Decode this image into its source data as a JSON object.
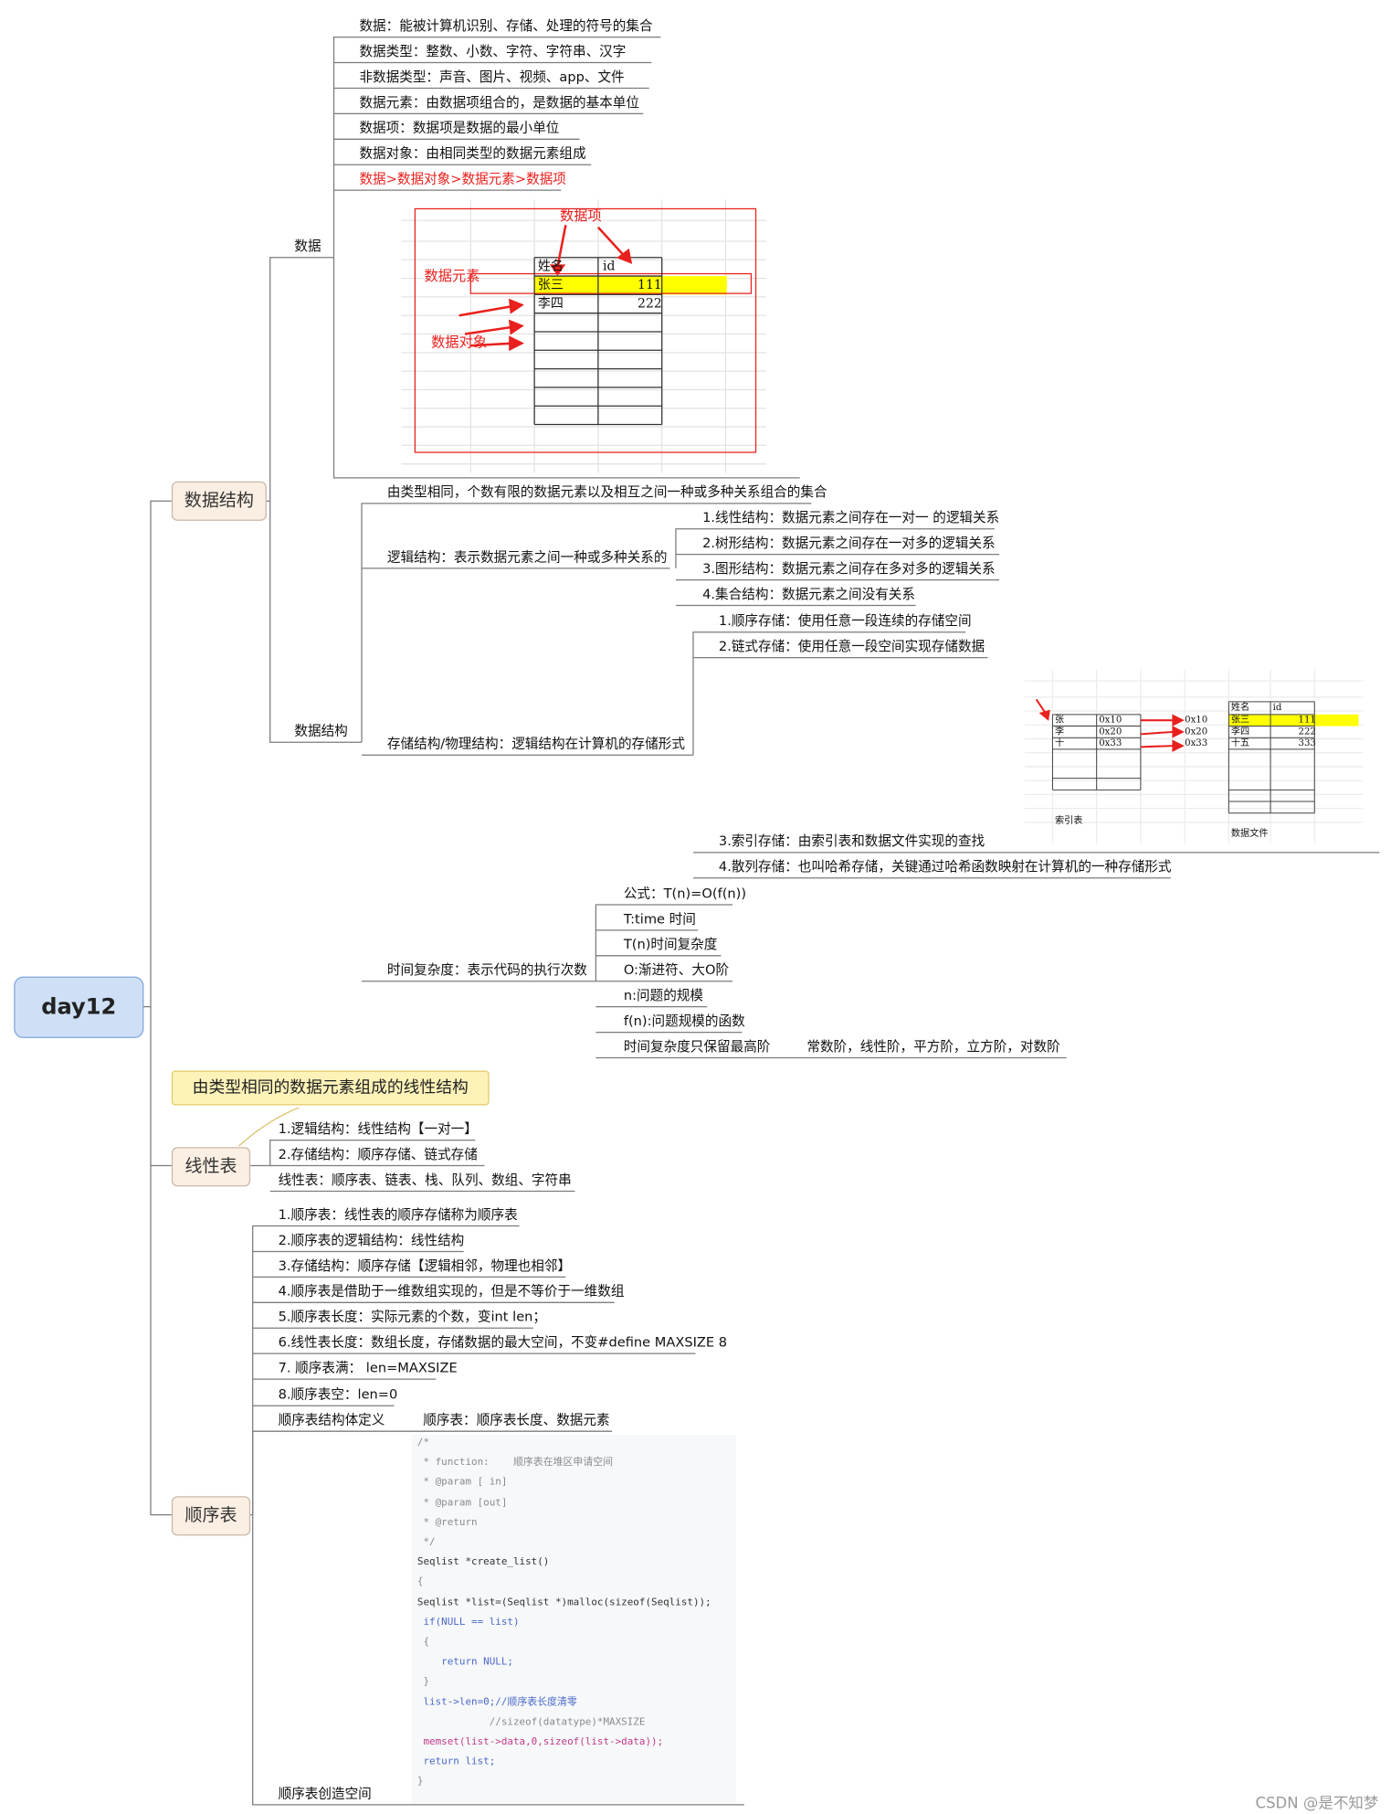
{
  "root": "day12",
  "topics": {
    "ds": "数据结构",
    "linear": "线性表",
    "seq": "顺序表"
  },
  "data_section": {
    "label": "数据",
    "items": [
      "数据：能被计算机识别、存储、处理的符号的集合",
      "数据类型：整数、小数、字符、字符串、汉字",
      "非数据类型：声音、图片、视频、app、文件",
      "数据元素：由数据项组合的，是数据的基本单位",
      "数据项：数据项是数据的最小单位",
      "数据对象：由相同类型的数据元素组成",
      "数据>数据对象>数据元素>数据项"
    ],
    "image": {
      "label_item": "数据项",
      "label_element": "数据元素",
      "label_object": "数据对象",
      "headers": [
        "姓名",
        "id"
      ],
      "rows": [
        [
          "张三",
          "111"
        ],
        [
          "李四",
          "222"
        ]
      ]
    }
  },
  "struct_section": {
    "label": "数据结构",
    "definition": "由类型相同，个数有限的数据元素以及相互之间一种或多种关系组合的集合",
    "logical": {
      "label": "逻辑结构：表示数据元素之间一种或多种关系的",
      "items": [
        "1.线性结构：数据元素之间存在一对一 的逻辑关系",
        "2.树形结构：数据元素之间存在一对多的逻辑关系",
        "3.图形结构：数据元素之间存在多对多的逻辑关系",
        "4.集合结构：数据元素之间没有关系"
      ]
    },
    "storage": {
      "label": "存储结构/物理结构：逻辑结构在计算机的存储形式",
      "items": [
        "1.顺序存储：使用任意一段连续的存储空间",
        "2.链式存储：使用任意一段空间实现存储数据",
        "3.索引存储：由索引表和数据文件实现的查找",
        "4.散列存储：也叫哈希存储，关键通过哈希函数映射在计算机的一种存储形式"
      ],
      "index_image": {
        "index_rows": [
          [
            "张",
            "0x10"
          ],
          [
            "李",
            "0x20"
          ],
          [
            "十",
            "0x33"
          ]
        ],
        "data_headers": [
          "姓名",
          "id"
        ],
        "data_rows": [
          [
            "0x10",
            "张三",
            "111"
          ],
          [
            "0x20",
            "李四",
            "222"
          ],
          [
            "0x33",
            "十五",
            "333"
          ]
        ],
        "index_caption": "索引表",
        "data_caption": "数据文件"
      }
    },
    "time": {
      "label": "时间复杂度：表示代码的执行次数",
      "items": [
        "公式：T(n)=O(f(n))",
        "T:time 时间",
        "T(n)时间复杂度",
        "O:渐进符、大O阶",
        "n:问题的规模",
        "f(n):问题规模的函数",
        "时间复杂度只保留最高阶"
      ],
      "orders": "常数阶，线性阶，平方阶，立方阶，对数阶"
    }
  },
  "linear_section": {
    "callout": "由类型相同的数据元素组成的线性结构",
    "items": [
      "1.逻辑结构：线性结构【一对一】",
      "2.存储结构：顺序存储、链式存储",
      "线性表：顺序表、链表、栈、队列、数组、字符串"
    ]
  },
  "seq_section": {
    "items": [
      "1.顺序表：线性表的顺序存储称为顺序表",
      "2.顺序表的逻辑结构：线性结构",
      "3.存储结构：顺序存储【逻辑相邻，物理也相邻】",
      "4.顺序表是借助于一维数组实现的，但是不等价于一维数组",
      "5.顺序表长度：实际元素的个数，变int len；",
      "6.线性表长度：数组长度，存储数据的最大空间，不变#define MAXSIZE 8",
      "7. 顺序表满： len=MAXSIZE",
      "8.顺序表空：len=0",
      "顺序表结构体定义"
    ],
    "struct_def": "顺序表：顺序表长度、数据元素",
    "create_label": "顺序表创造空间",
    "code": [
      "/*",
      " * function:    顺序表在堆区申请空间",
      " * @param [ in]",
      " * @param [out]",
      " * @return",
      " */",
      "Seqlist *create_list()",
      "{",
      "Seqlist *list=(Seqlist *)malloc(sizeof(Seqlist));",
      " if(NULL == list)",
      " {",
      "    return NULL;",
      " }",
      " list->len=0;//顺序表长度清零",
      "            //sizeof(datatype)*MAXSIZE",
      " memset(list->data,0,sizeof(list->data));",
      " return list;",
      "}"
    ]
  },
  "watermark": "CSDN @是不知梦",
  "colors": {
    "root_fill": "#cfe0f6",
    "topic_fill": "#fbeee3",
    "callout_fill": "#fdf2b8",
    "highlight": "#ffff00",
    "red": "#e8211e"
  }
}
